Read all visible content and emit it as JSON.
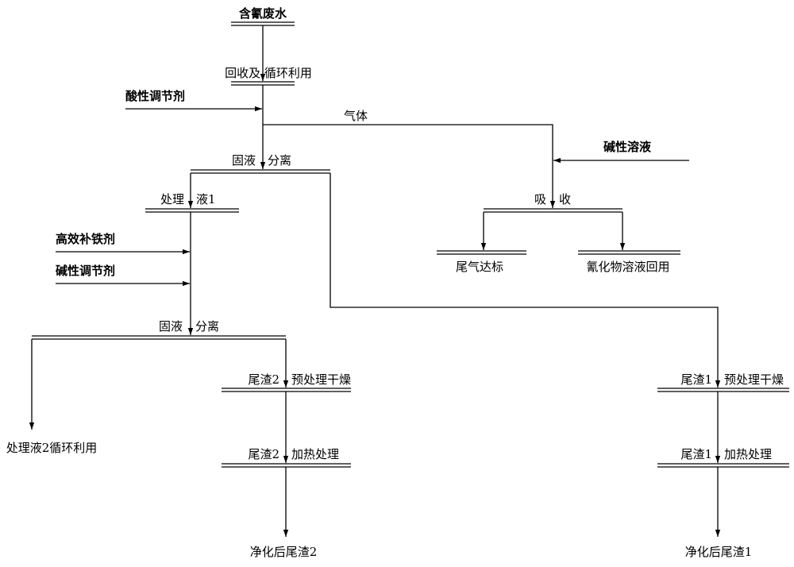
{
  "labels": {
    "cyanide_wastewater": "含氰废水",
    "recovery_recycle": "回收及 循环利用",
    "acid_regulator": "酸性调节剂",
    "gas": "气体",
    "solid_liquid_sep_1_left": "固液",
    "solid_liquid_sep_1_right": "分离",
    "alkaline_solution": "碱性溶液",
    "treatment_liquid_1_left": "处理",
    "treatment_liquid_1_right": "液1",
    "absorb_left": "吸",
    "absorb_right": "收",
    "tail_gas_standard": "尾气达标",
    "cyanide_solution_reuse": "氰化物溶液回用",
    "iron_supplement": "高效补铁剂",
    "alkaline_regulator": "碱性调节剂",
    "solid_liquid_sep_2_left": "固液",
    "solid_liquid_sep_2_right": "分离",
    "residue2_pre_left": "尾渣2",
    "residue2_pre_right": "预处理干燥",
    "residue1_pre_left": "尾渣1",
    "residue1_pre_right": "预处理干燥",
    "treatment_liquid_2_recycle": "处理液2循环利用",
    "residue2_heat_left": "尾渣2",
    "residue2_heat_right": "加热处理",
    "residue1_heat_left": "尾渣1",
    "residue1_heat_right": "加热处理",
    "purified_residue2": "净化后尾渣2",
    "purified_residue1": "净化后尾渣1"
  }
}
